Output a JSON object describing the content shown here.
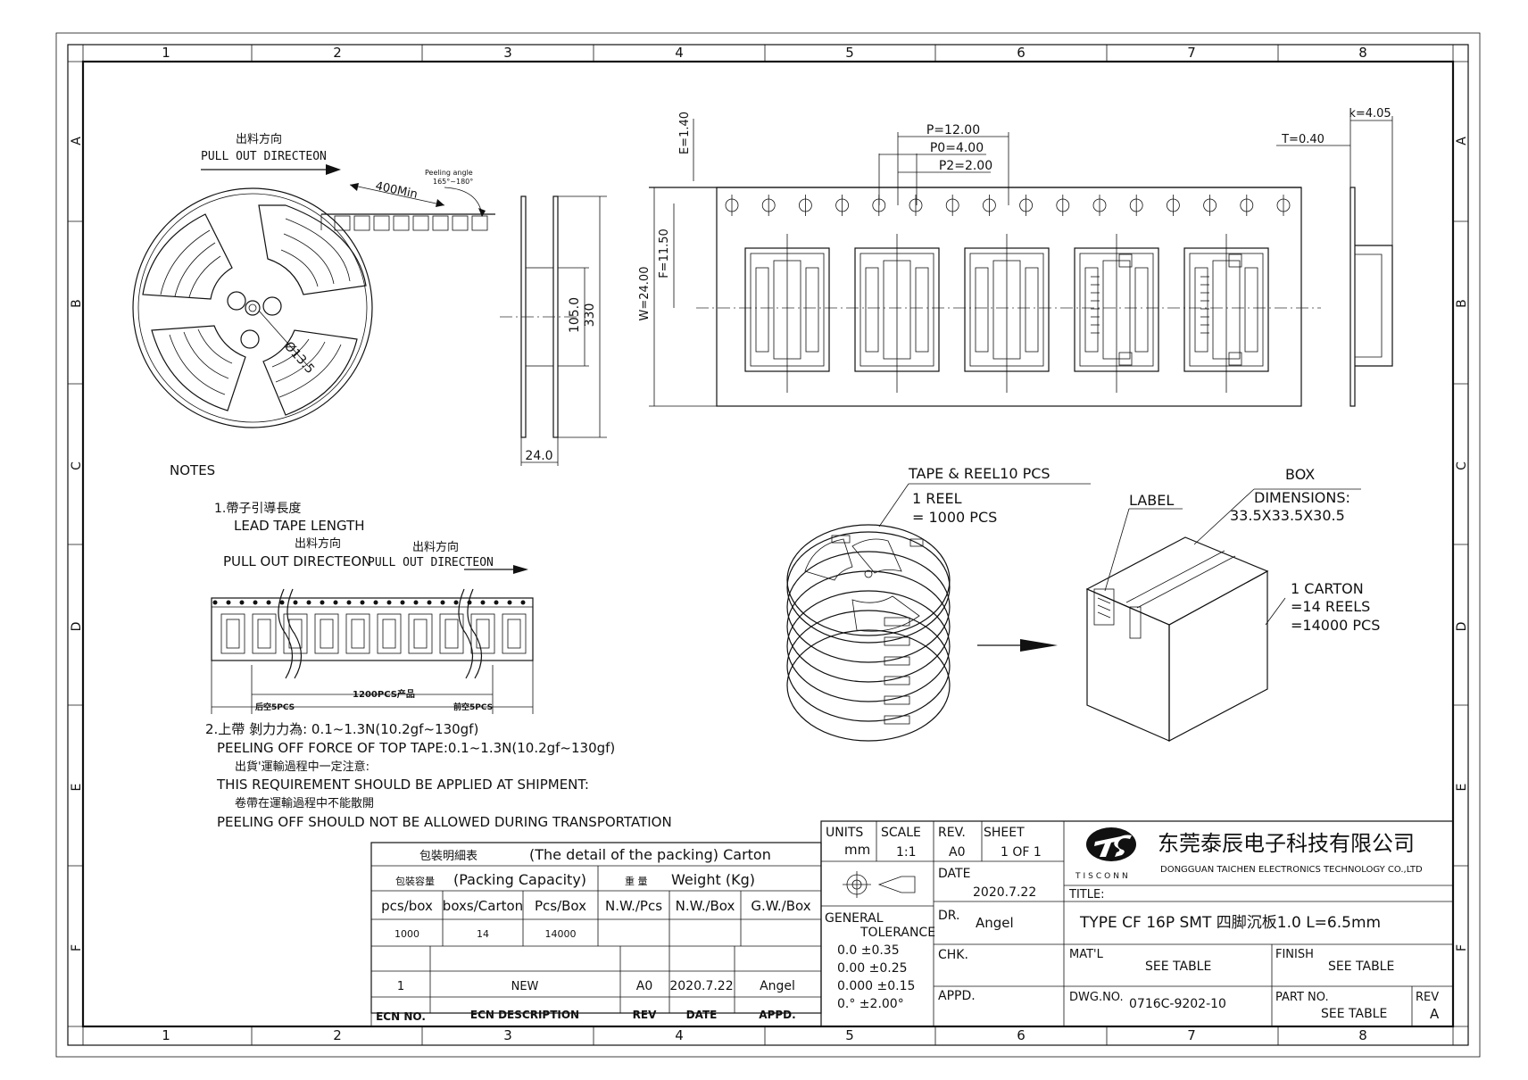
{
  "border": {
    "columns": [
      "1",
      "2",
      "3",
      "4",
      "5",
      "6",
      "7",
      "8"
    ],
    "rows": [
      "A",
      "B",
      "C",
      "D",
      "E",
      "F"
    ]
  },
  "reel_view": {
    "direction_cn": "出料方向",
    "direction_en": "PULL OUT DIRECTEON",
    "lead_length": "400Min",
    "peeling_angle_label": "Peeling angle",
    "peeling_angle_value": "165°~180°",
    "hub_dia": "Ø13.5"
  },
  "reel_side": {
    "hub_width": "105.0",
    "outer_dia": "330",
    "width": "24.0"
  },
  "tape": {
    "E": "E=1.40",
    "F": "F=11.50",
    "W": "W=24.00",
    "P": "P=12.00",
    "P0": "P0=4.00",
    "P2": "P2=2.00",
    "k": "k=4.05",
    "T": "T=0.40"
  },
  "notes": {
    "title": "NOTES",
    "n1_cn": "1.帶子引導長度",
    "n1_en": "LEAD TAPE LENGTH",
    "dir_cn_1": "出料方向",
    "dir_en_1": "PULL OUT DIRECTEON",
    "dir_cn_2": "出料方向",
    "dir_en_2": "PULL OUT DIRECTEON",
    "strip_total": "1200PCS产品",
    "strip_left": "后空5PCS",
    "strip_right": "前空5PCS",
    "n2_cn": "2.上帶  剝力力為: 0.1~1.3N(10.2gf~130gf)",
    "n2_en": "PEELING OFF FORCE OF TOP TAPE:0.1~1.3N(10.2gf~130gf)",
    "n3_cn": "出貨'運輸過程中一定注意:",
    "n3_en": "THIS REQUIREMENT SHOULD BE APPLIED AT SHIPMENT:",
    "n4_cn": "卷帶在運輸過程中不能散開",
    "n4_en": "PEELING OFF SHOULD NOT BE ALLOWED DURING TRANSPORTATION"
  },
  "packing_illustration": {
    "tape_reel": "TAPE & REEL10 PCS",
    "reel_line1": "1 REEL",
    "reel_line2": "= 1000 PCS",
    "box": "BOX",
    "label": "LABEL",
    "dimensions_title": "DIMENSIONS:",
    "dimensions_value": "33.5X33.5X30.5",
    "carton_line1": "1 CARTON",
    "carton_line2": "=14 REELS",
    "carton_line3": "=14000 PCS"
  },
  "packing_table": {
    "title_cn": "包裝明細表",
    "title_en": "(The detail of the packing) Carton",
    "capacity_cn": "包裝容量",
    "capacity_en": "(Packing Capacity)",
    "weight_cn": "重 量",
    "weight_en": "Weight (Kg)",
    "headers": [
      "pcs/box",
      "boxs/Carton",
      "Pcs/Box",
      "N.W./Pcs",
      "N.W./Box",
      "G.W./Box"
    ],
    "values": [
      "1000",
      "14",
      "14000",
      "",
      "",
      ""
    ]
  },
  "revision_table": {
    "ecn_no": "1",
    "description": "NEW",
    "rev": "A0",
    "date": "2020.7.22",
    "appd": "Angel",
    "headers": [
      "ECN NO.",
      "ECN  DESCRIPTION",
      "REV",
      "DATE",
      "APPD."
    ]
  },
  "title_block": {
    "units_label": "UNITS",
    "units": "mm",
    "scale_label": "SCALE",
    "scale": "1:1",
    "rev_label": "REV.",
    "rev": "A0",
    "sheet_label": "SHEET",
    "sheet": "1 OF 1",
    "date_label": "DATE",
    "date": "2020.7.22",
    "general": "GENERAL",
    "tolerance": "TOLERANCE",
    "tol_1": "0.0    ±0.35",
    "tol_2": "0.00   ±0.25",
    "tol_3": "0.000  ±0.15",
    "tol_4": "0.°   ±2.00°",
    "dr_label": "DR.",
    "dr": "Angel",
    "chk_label": "CHK.",
    "appd_label": "APPD.",
    "company_cn": "东莞泰辰电子科技有限公司",
    "company_en": "DONGGUAN TAICHEN ELECTRONICS TECHNOLOGY CO.,LTD",
    "logo_text": "TISCONN",
    "title_label": "TITLE:",
    "title": "TYPE  CF  16P  SMT  四脚沉板1.0  L=6.5mm",
    "matl_label": "MAT'L",
    "matl": "SEE TABLE",
    "finish_label": "FINISH",
    "finish": "SEE TABLE",
    "dwg_label": "DWG.NO.",
    "dwg": "0716C-9202-10",
    "part_label": "PART NO.",
    "part": "SEE TABLE",
    "revcol_label": "REV",
    "revcol": "A"
  }
}
